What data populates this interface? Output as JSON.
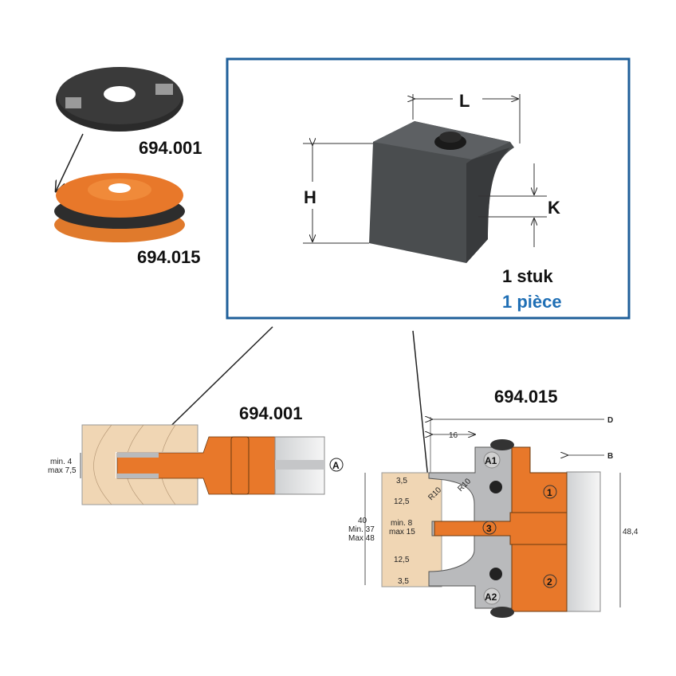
{
  "products": {
    "cutter_a": "694.001",
    "cutter_b": "694.015"
  },
  "knife_box": {
    "dim_L": "L",
    "dim_H": "H",
    "dim_K": "K",
    "qty_nl": "1 stuk",
    "qty_fr": "1 pièce",
    "border_color": "#1f5f9a",
    "fr_color": "#1f6fb5"
  },
  "diagram_a": {
    "title": "694.001",
    "groove_min": "min. 4",
    "groove_max": "max 7,5",
    "marker": "A"
  },
  "diagram_b": {
    "title": "694.015",
    "dim_D": "D",
    "dim_B": "B",
    "dim_16": "16",
    "top_35": "3,5",
    "top_125": "12,5",
    "bottom_125": "12,5",
    "bottom_35": "3,5",
    "slot_min": "min. 8",
    "slot_max": "max 15",
    "height_40": "40",
    "height_min": "Min. 37",
    "height_max": "Max 48",
    "radius_1": "R10",
    "radius_2": "R10",
    "width_484": "48,4",
    "part_1": "1",
    "part_2": "2",
    "part_3": "3",
    "knife_A1": "A1",
    "knife_A2": "A2"
  },
  "colors": {
    "orange": "#e8782a",
    "wood": "#f0d6b4",
    "grey": "#b9babc",
    "dark": "#2d2d2d"
  }
}
